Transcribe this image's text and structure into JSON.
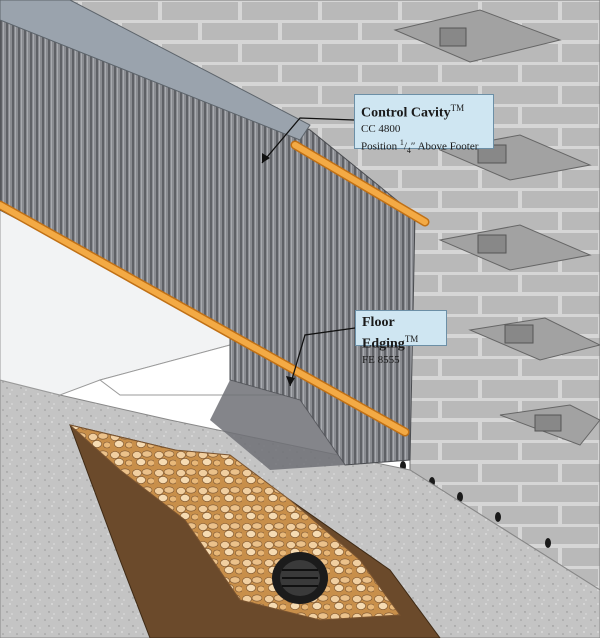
{
  "callouts": {
    "control_cavity": {
      "title": "Control Cavity",
      "trademark": "TM",
      "model": "CC 4800",
      "position_prefix": "Position ",
      "position_num": "1",
      "position_den": "4",
      "position_suffix": "″ Above Footer"
    },
    "floor_edging": {
      "title": "Floor Edging",
      "trademark": "TM",
      "model": "FE 8555"
    }
  },
  "colors": {
    "block": "#b7b7b7",
    "block_dark": "#8f8f8f",
    "mortar": "#d9d9d9",
    "membrane": "#7d7f85",
    "membrane_light": "#a6a8ad",
    "strip": "#f0a23a",
    "floor": "#f3f4f5",
    "soil": "#c9c9c9",
    "gravel": "#e3b67a",
    "dirt": "#6a4a2c",
    "callout_bg": "#cfe6f2"
  }
}
